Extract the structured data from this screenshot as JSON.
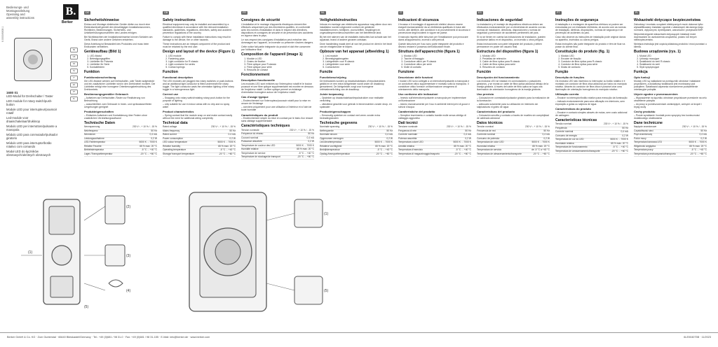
{
  "cover": {
    "doc_title": [
      "Bedienungs- und",
      "Montageanleitung",
      "Operating and",
      "assembly instructions"
    ],
    "logo_letter": "B.",
    "logo_word": "Berker",
    "side_code": "6.0000/6808.1",
    "flags": [
      "DE",
      "GB",
      "FR",
      "NL",
      "IT",
      "ES",
      "PT",
      "PL"
    ],
    "article": "1680 01",
    "lines": [
      "LED-Modul für Drehschalter / Taster",
      "LED module for rotary switch/push-button",
      "Module LED pour interrupteur/poussoir rotatif",
      "Led-module voor draaischakelaar/drukknop",
      "Modulo LED per interruttore/pulsante a manopola",
      "Módulo LED para conmutador/pulsador giratorio",
      "Módulo LED para interruptor/botão rotativo com comando",
      "Moduł LED do łączników obrotowych/ukrótnych obrotowych"
    ]
  },
  "columns": [
    {
      "lang": "DE",
      "title": "Sicherheitshinweise",
      "paragraphs": [
        "Einbau und Montage elektrischer Geräte dürfen nur durch eine Elektrofachkraft gemäß den einschlägigen Installationsnormen, Richtlinien, Bestimmungen, Sicherheits- und Unfallverhütungsvorschriften des Landes erfolgen.",
        "Bei Nichtbeachten der Installationshinweise können Schäden am Gerät, Brand oder andere Gefahren entstehen.",
        "Diese Anleitung ist Bestandteil des Produktes und muss beim Endkunden verbleiben."
      ],
      "layout_title": "Geräteaufbau (Bild 1)",
      "layout_items": [
        "LED-Modul",
        "Befestigungsgriffen",
        "Lichtleiter für Pulsecia",
        "Lichtleiter für Serie",
        "Kontaktfedern"
      ],
      "function_title": "Funktion",
      "function_sub": "Funktionsbeschreibung",
      "function_text": "Die LED-Module werden auf Drehschalter- oder Taster aufgesteckt und ein zusätzlicher Lichtleiter wird in den Drehknebel montiert. Die Lichtleiter erfolgt eine homogene Orientierungsbeleuchtung des Drehknebels.",
      "use_title": "Bestimmungsgemäßer Gebrauch",
      "use_items": [
        "Aufsetzen auf Drehschalter-/Taster zur Realisierung von Beleuchtung",
        "ausschließlich zum Gebrauch in Innen- und spritzwasserfreien Umgebungen geeignet"
      ],
      "prod_title": "Produkteigenschaften",
      "prod_items": [
        "Einfaches Aufsetzen und Kontaktierung über Federn ohne zusätzlichen Verdrahtungsaufwand"
      ],
      "tech_title": "Technische Daten",
      "specs": [
        [
          "Nennspannung",
          "230 V~, + 10 % / - 15 %"
        ],
        [
          "Netzfrequenz",
          "50 Hz"
        ],
        [
          "Nennstrom",
          "0,4 mA"
        ],
        [
          "Leistungsaufnahme",
          "0,2 W"
        ],
        [
          "LED-Farbtemperatur",
          "5000 K ... 7000 K"
        ],
        [
          "Relative Feuchte",
          "65 % max. 20 °C"
        ],
        [
          "Betriebstemperatur",
          "-5 °C ... +40 °C"
        ],
        [
          "Lager-/Transporttemperatur",
          "-20 °C ... +60 °C"
        ]
      ]
    },
    {
      "lang": "GB",
      "title": "Safety instructions",
      "paragraphs": [
        "Electrical equipment may only be installed and assembled by a qualified electrician in accordance with the relevant installation standards, guidelines, regulations, directives, safety and accident prevention regulations of the country.",
        "Failure to comply with these installation instructions may result in damage to the device, fire or other hazards.",
        "These instructions are an integral component of the product and must be retained by the end user."
      ],
      "layout_title": "Design and layout of the device (Figure 1)",
      "layout_items": [
        "LED module",
        "Fastening grips",
        "Light conductor for R classic",
        "Light conductor for series",
        "Contact springs"
      ],
      "function_title": "Function",
      "function_sub": "Functional description",
      "function_text": "The LED modules are plugged into rotary switches or push-buttons and an additional light conductor is fitted underneath the rotary toggle. The light conductor casts the orientation lighting of the rotary toggle in a homogeneous light.",
      "use_title": "Correct use",
      "use_items": [
        "Snapping onto rotary switch/rotating rotary push-button for the purpose of lighting",
        "only suitable for use in indoor areas with no drip and no spray water"
      ],
      "prod_title": "Product characteristics",
      "prod_items": [
        "Spring contact that the module snap on and make contact easily without the need for additional wiring complexity"
      ],
      "tech_title": "Technical data",
      "specs": [
        [
          "Rated voltage",
          "230 V~, + 10 % / - 15 %"
        ],
        [
          "Mains frequency",
          "50 Hz"
        ],
        [
          "Rated current",
          "0.4 mA"
        ],
        [
          "Power consumption",
          "0.2 W"
        ],
        [
          "LED colour temperature",
          "5000 K ... 7000 K"
        ],
        [
          "Relative humidity",
          "65 % max. 20 °C"
        ],
        [
          "Operating temperature",
          "-5 °C ... +40 °C"
        ],
        [
          "Storage/ transport temperature",
          "-20 °C ... +60 °C"
        ]
      ]
    },
    {
      "lang": "FR",
      "title": "Consignes de sécurité",
      "paragraphs": [
        "L'installation et le montage d'appareils électriques doivent être effectués uniquement par des électriciens qualifiés, en conformité avec les normes d'installation et dans le respect des directives, dispositions et consignes de sécurité et de prévention des accidents en vigueur dans le pays.",
        "Le non-respect des consignes d'installation peut entraîner des dommages sur l'appareil, un incendie ou présenter d'autres dangers.",
        "Cette notice fait partie intégrante du produit et doit être conservée par l'utilisateur final."
      ],
      "layout_title": "Composition de l'appareil (image 1)",
      "layout_items": [
        "Module à LED",
        "Grains de fixation",
        "Fibre optique pour R.classic",
        "Fibre optique pour série",
        "Ressorts de contact"
      ],
      "function_title": "Fonctionnement",
      "function_sub": "Description fonctionnelle",
      "function_text": "Les modules LED sont enfichés sur l'interrupteur rotatif et le bouton poussoir et une fibre optique supplémentaire est montée en dessous de l'enjoliveur rotatif. La fibre optique permet un éclairage d'orientation homogène autour de l'enjoliveur rotatif.",
      "use_title": "Cas d'usage typique",
      "use_items": [
        "Enclenchement sur l'interrupteur/poussoir rotatif pour la mise en oeuvre de l'éclairage",
        "convient uniquement pour une utilisation à l'intérieur et à l'abri de toute humidité"
      ],
      "prod_title": "Caractéristiques du produit",
      "prod_items": [
        "Enclenchement simple du mise en contact par le biais d'un ressort sans câblage supplémentaire"
      ],
      "tech_title": "Caractéristiques techniques",
      "specs": [
        [
          "Tension nominale",
          "230 V~, + 10 % / - 15 %"
        ],
        [
          "Fréquence du réseau",
          "50 Hz"
        ],
        [
          "Courant nominal",
          "0,4 mA"
        ],
        [
          "Puissance absorbée",
          "0,2 W"
        ],
        [
          "Température de couleur des LED",
          "5000 K ... 7000 K"
        ],
        [
          "Humidité relative",
          "65 % max. 20 °C"
        ],
        [
          "Température de service",
          "-5 °C ... +40 °C"
        ],
        [
          "Température de stockage/de transport",
          "-20 °C ... +60 °C"
        ]
      ]
    },
    {
      "lang": "NL",
      "title": "Veiligheidsinstructies",
      "paragraphs": [
        "Inbouw en montage van elektrische apparatuur mag alleen door een installateur worden uitgevoerd conform de geldende installatienormen, richtlijnen, voorschriften, bepalingen en ongevallenpreventievoorschriften van het betreffende land.",
        "Bij het niet naleven van de installatie-instructies kan schade aan het apparaat, brand of andere gevaren ontstaan.",
        "Deze handleiding maakt deel uit van het product en dient in het bezit van de eindgebruiker te blijven."
      ],
      "layout_title": "Opbouw van het apparaat (afbeelding 1)",
      "layout_items": [
        "Led-module",
        "Bevestigingsbeugelen",
        "Lichtgeleider voor R.classic",
        "Lichtgeleider voor serie",
        "Contactveren"
      ],
      "function_title": "Functie",
      "function_sub": "Functiebeschrijving",
      "function_text": "De ledmodules worden op draaischakelaars of impulsdrukkers geklikt en er een extra lichtgeleider wordt onder de draaiknop gemonteerd. De lichtgeleider zorgt voor homogene oriëntatieverlichting van de draaiknop.",
      "use_title": "Juiste toepassing",
      "use_items": [
        "Opsteken op draaischakelaar/impulsdrukker voor realisatie verlichting",
        "uitsluitend geschikt voor gebruik in binnenruimten zonder druip- en spatwater"
      ],
      "prod_title": "Producteigenschappen",
      "prod_items": [
        "Eenvoudig opsteken en contact met veren zonder extra bedradingskosten"
      ],
      "tech_title": "Technische gegevens",
      "specs": [
        [
          "Nominale spanning",
          "230 V~, + 10 % / - 15 %"
        ],
        [
          "Netfrequentie",
          "50 Hz"
        ],
        [
          "Nominale stroom",
          "0,4 mA"
        ],
        [
          "Opgenomen vermogen",
          "0,2 W"
        ],
        [
          "Led-kleurtemperatuur",
          "5000 K ... 7000 K"
        ],
        [
          "Relatieve vochtigheid",
          "65 % max. 20 °C"
        ],
        [
          "Bedrijfstemperatuur",
          "-5 °C ... +40 °C"
        ],
        [
          "Opslag-/transporttemperatuur",
          "-20 °C ... +60 °C"
        ]
      ]
    },
    {
      "lang": "IT",
      "title": "Indicazioni di sicurezza",
      "paragraphs": [
        "L'incasso e il montaggio di apparecchi elettrici devono essere eseguiti esclusivamente da un elettricista qualificato in base alle norme, alle direttive, alle condizioni e ai provvedimenti di sicurezza e prevenzione degli incidenti in vigore nel paese.",
        "Il mancato rispetto delle istruzioni per l'installazione può provocare danni all'apparecchio, incendi o altri pericoli.",
        "Queste istruzioni per l'uso sono parte integrante del prodotto e devono restare in possesso dell'utilizzatore finale."
      ],
      "layout_title": "Struttura dell'apparecchio (figura 1)",
      "layout_items": [
        "Modulo LED",
        "Tacche di fissaggio",
        "Conduttore ottico per R.classic",
        "Conduttore ottico per serie",
        "Molle di contatto"
      ],
      "function_title": "Funzione",
      "function_sub": "Descrizione delle funzioni",
      "function_text": "I moduli LED sono collegati a un interruttore/pulsante a manopola e un conduttore ottico supplementare è montato sotto la manopola. Il conduttore ottico fornisce un'illuminazione omogenea di orientamento della manopola.",
      "use_title": "Uso conforme alle indicazioni",
      "use_items": [
        "Innesto sull'interruttore/pulsante a manopola per implementare un'illuminazione",
        "idoneo esclusivamente per l'uso in ambienti interni privi di gocce e schizzi d'acqua"
      ],
      "prod_title": "Caratteristiche del prodotto",
      "prod_items": [
        "Semplice inserimento e contatto tramite molle senza obbligo di cablaggio aggiuntivo"
      ],
      "tech_title": "Dati tecnici",
      "specs": [
        [
          "Tensione nominale",
          "230 V~, + 10 % / - 15 %"
        ],
        [
          "Frequenza di rete",
          "50 Hz"
        ],
        [
          "Corrente nominale",
          "0,4 mA"
        ],
        [
          "Potenza assorbita",
          "0,2 W"
        ],
        [
          "Temperatura colore LED",
          "5000 K ... 7000 K"
        ],
        [
          "Umidità relativa",
          "65 % max. 20 °C"
        ],
        [
          "Temperatura d'esercizio",
          "-5 °C ... +40 °C"
        ],
        [
          "Temperatura di magazzinaggio/trasporto",
          "-20 °C ... +60 °C"
        ]
      ]
    },
    {
      "lang": "ES",
      "title": "Indicaciones de seguridad",
      "paragraphs": [
        "La instalación y el montaje de dispositivos eléctricos deben ser efectuados exclusivamente por un electricista de acuerdo con las normas de instalación, directivas, disposiciones y normas de seguridad y prevención de accidentes pertinentes del país.",
        "Si no se tienen en cuenta las indicaciones de instalación, pueden producirse daños en el dispositivo, un incendio u otros peligros.",
        "Estas instrucciones son parte integrante del producto y deben permanecer en poder del usuario final."
      ],
      "layout_title": "Estructura del dispositivo (figura 1)",
      "layout_items": [
        "Módulo LED",
        "Pestañas de retención",
        "Cable de fibra óptica para R.classic",
        "Cable de fibra óptica para serie",
        "Resortes de contacto"
      ],
      "function_title": "Función",
      "function_sub": "Descripción del funcionamiento",
      "function_text": "Los módulos LED se instalan en conmutadores o pulsadores giratorios, y se monta un cable de fibra óptica adicional debajo de la manija giratoria. A través del cable de fibra óptica se logra una iluminación de orientación homogénea de la manija giratoria.",
      "use_title": "Uso previsto",
      "use_items": [
        "Colocación en conmutador/pulsador giratorio para la realización de la iluminación",
        "adecuado solamente para su utilización en interiores sin salpicaduras ni goteo de agua"
      ],
      "prod_title": "Características del producto",
      "prod_items": [
        "Colocación sencilla y contacto a través de muelles sin complejidad de cableado adicional"
      ],
      "tech_title": "Datos técnicos",
      "specs": [
        [
          "Tensión nominal",
          "230 V~, + 10 % / - 15 %"
        ],
        [
          "Frecuencia de red",
          "50 Hz"
        ],
        [
          "Corriente nominal",
          "0,4 mA"
        ],
        [
          "Consumo de potencia",
          "0,2 W"
        ],
        [
          "Temperatura de color LED",
          "5000 K ... 7000 K"
        ],
        [
          "Humedad relativa",
          "65 % máx. 20 °C"
        ],
        [
          "Temperatura de servicio",
          "de -5 °C a +40 °C"
        ],
        [
          "Temperatura de almacenamiento/transporte",
          "-20 °C ... +60 °C"
        ]
      ]
    },
    {
      "lang": "PT",
      "title": "Instruções de segurança",
      "paragraphs": [
        "A instalação e a montagem de aparelhos elétricos só podem ser executadas por um instalador eletricista, de acordo com as normas de instalação, diretivas, disposições, normas de segurança e de prevenção de acidentes do país.",
        "Caso não observe as instruções de instalação pode originar danos no aparelho, incêndios ou outros perigos.",
        "Estas instruções são parte integrante do produto e têm de ficar na posse do cliente final."
      ],
      "layout_title": "Constituição do produto (fig. 1)",
      "layout_items": [
        "Módulo LED",
        "Encaixe de fixação",
        "Condutor de fibra óptica para R.classic",
        "Condutor de fibra óptica para série",
        "Molas de contacto"
      ],
      "function_title": "Função",
      "function_sub": "Descrição de funções",
      "function_text": "Os módulos LED são inseridos no interruptor ou botão rotativo e é montado um condutor de fibra ótica adicional por baixo do manípulo rotativo. Através do condutor de fibra ótica é possível criar uma iluminação de orientação homogénea do manípulo rotativo.",
      "use_title": "Utilização correta",
      "use_items": [
        "Encaixe no interruptor/botão rotativo para execução da iluminação",
        "indicado exclusivamente para uma utilização em interiores, sem exposição a gotas ou salpicos de água"
      ],
      "prod_title": "Características do produto",
      "prod_items": [
        "Encaixe e contacto simples através de molas, sem custo adicional de cablagem"
      ],
      "tech_title": "Características técnicas",
      "specs": [
        [
          "Tensão nominal",
          "230 V~, + 10 % / - 15 %"
        ],
        [
          "Frequência",
          "50 Hz"
        ],
        [
          "Corrente nominal",
          "0,4 mA"
        ],
        [
          "Consumo de energia",
          "0,2 W"
        ],
        [
          "Temperatura de cor do LED",
          "5000 K ... 7000 K"
        ],
        [
          "Humidade relativa",
          "65 % máx. 20 °C"
        ],
        [
          "Temperatura de funcionamento",
          "-5 °C ... +40 °C"
        ],
        [
          "Temperatura de armazenamento/transporte",
          "-20 °C ... +60 °C"
        ]
      ]
    },
    {
      "lang": "PL",
      "title": "Wskazówki dotyczące bezpieczeństwa",
      "paragraphs": [
        "Zabudowy i montażu urządzeń elektrycznych może dokonać tylko wykwalifikowany instalator zgodnie z właściwymi dla danego kraju normami, wytycznymi, dyrektywami, warunkami i przepisami BHP.",
        "Nieprzestrzeganie wskazówek dotyczących instalacji może doprowadzić do uszkodzenia urządzenia, pożaru lub innych niebezpieczeństw.",
        "Niniejsza instrukcja jest częścią składową produktu i musi pozostać u klienta."
      ],
      "layout_title": "Budowa urządzenia (rys. 1)",
      "layout_items": [
        "Moduł LED",
        "Uchwyty mocujące",
        "Światłowód do serii R.classic",
        "Światłowód do serii",
        "Styki sprężynujące"
      ],
      "function_title": "Funkcja",
      "function_sub": "Opis funkcji",
      "function_text": "Moduły LED są nakładane na przełączniki obrotowe i wkładane przyciskiem, a dodatkowy światłowód jest montowany pod pokrętłem. Światłowód zapewnia równomierne podświetlenie orientacyjne pokrętła.",
      "use_title": "Użycie zgodne z przeznaczeniem",
      "use_items": [
        "Wyposażenie na łączniku obrotowe przyciskowe przesłonie na celu oświetlenie pokrętła",
        "do pracy w pomieszczeniach zamkniętych, wolnych od kropel i bryzg wody"
      ],
      "prod_title": "Cechy produktu",
      "prod_items": [
        "Proste wyrabianie i kontakt przez sprężyny bez konieczności dodatkowego okablowania"
      ],
      "tech_title": "Dane techniczne",
      "specs": [
        [
          "Napięcie znamionowe",
          "230 V~, + 10 % / - 15 %"
        ],
        [
          "Częstotliwość sieci",
          "50 Hz"
        ],
        [
          "Prąd znamionowy",
          "0,4 mA"
        ],
        [
          "Pobór mocy",
          "0,2 W"
        ],
        [
          "Temperatura barwowa LED",
          "5000 K ... 7000 K"
        ],
        [
          "Wilgotność względna",
          "65 % max. 20 °C"
        ],
        [
          "Temperatura pracy",
          "-5 °C ... +40 °C"
        ],
        [
          "Temperatura przechowywania/transportu",
          "-20 °C ... +60 °C"
        ]
      ]
    }
  ],
  "figures": {
    "fig1_labels": [
      "(1)",
      "(2)",
      "(3)",
      "(4)",
      "(5)"
    ],
    "fig_numbers": [
      "(1)",
      "(5)",
      "(4)",
      "(3)",
      "(2)"
    ]
  },
  "footer": {
    "address": "Berker GmbH & Co. KG · Zum Gunterstal · 66440 Blieskastel/Germany · Tel.: +49 (0)681 / 98 31-0 · Fax: +49 (0)681 / 98 31-155 · E-Mail: info@berker.de · www.berker.com",
    "code": "6LE004075B · 11/2023"
  }
}
